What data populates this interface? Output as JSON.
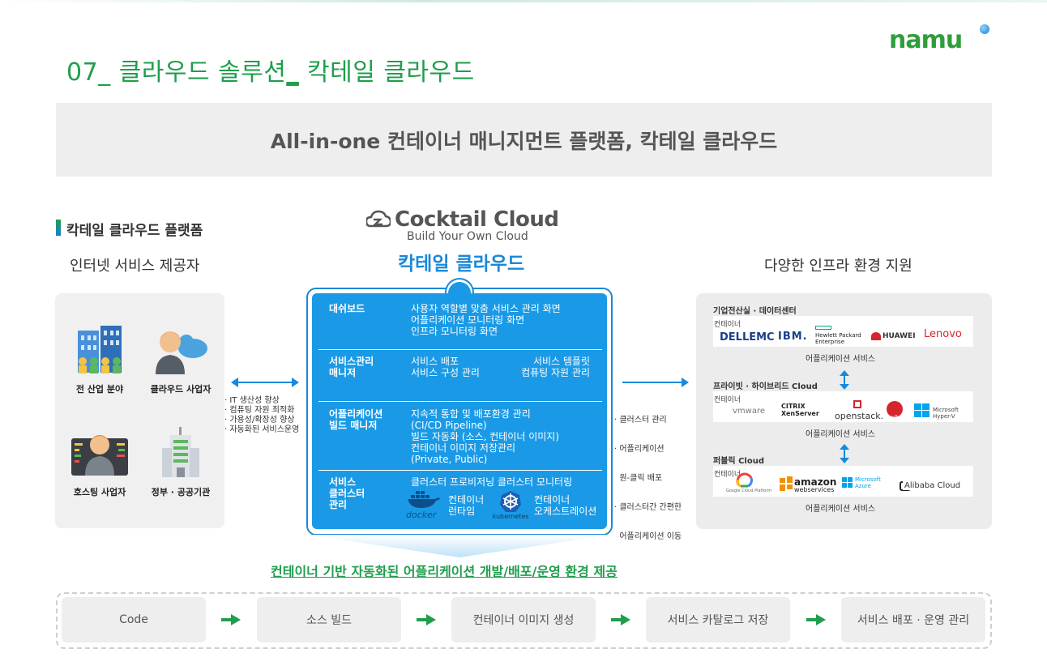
{
  "header": {
    "title_prefix": "07_ 클라우드 솔루션",
    "title_underscore": "_",
    "title_suffix": " 칵테일 클라우드",
    "logo": "namu"
  },
  "banner": {
    "text": "All-in-one 컨테이너 매니지먼트 플랫폼, 칵테일 클라우드"
  },
  "left": {
    "section_label": "칵테일 클라우드 플랫폼",
    "heading": "인터넷 서비스 제공자",
    "items": [
      {
        "label": "전 산업 분야",
        "icon": "building-icon"
      },
      {
        "label": "클라우드 사업자",
        "icon": "cloud-person-icon"
      },
      {
        "label": "호스팅 사업자",
        "icon": "hosting-person-icon"
      },
      {
        "label": "정부 · 공공기관",
        "icon": "government-building-icon"
      }
    ],
    "bullets": [
      "· IT 생산성 향상",
      "· 컴퓨팅 자원 최적화",
      "· 가용성/확장성 향상",
      "· 자동화된 서비스운영"
    ]
  },
  "center": {
    "brand": "Cocktail Cloud",
    "tagline": "Build Your Own Cloud",
    "korean_name": "칵테일 클라우드",
    "rows": [
      {
        "label": [
          "대쉬보드"
        ],
        "lines": [
          "사용자 역할별 맞춤 서비스 관리 화면",
          "어플리케이션 모니터링 화면",
          "인프라 모니터링 화면"
        ]
      },
      {
        "label": [
          "서비스관리",
          "매니저"
        ],
        "left": [
          "서비스 배포",
          "서비스 구성 관리"
        ],
        "right": [
          "서비스 템플릿",
          "컴퓨팅 자원 관리"
        ]
      },
      {
        "label": [
          "어플리케이션",
          "빌드 매니저"
        ],
        "lines": [
          "지속적 통합 및 배포환경 관리",
          "(CI/CD Pipeline)",
          "빌드 자동화 (소스, 컨테이너 이미지)",
          "컨테이너 이미지 저장관리",
          "(Private, Public)"
        ]
      },
      {
        "label": [
          "서비스",
          "클러스터",
          "관리"
        ],
        "lines": [
          "클러스터 프로비저닝 클러스터 모니터링"
        ],
        "docker": "docker",
        "runtime": [
          "컨테이너",
          "런타임"
        ],
        "kubernetes": "kubernetes",
        "orchestration": [
          "컨테이너",
          "오케스트레이션"
        ]
      }
    ],
    "right_bullets": [
      "· 클러스터 관리",
      "· 어플리케이션",
      "  원-클릭 배포",
      "· 클러스터간 간편한",
      "  어플리케이션 이동"
    ],
    "footer": "컨테이너 기반 자동화된 어플리케이션 개발/배포/운영 환경 제공"
  },
  "right": {
    "heading": "다양한 인프라 환경 지원",
    "groups": [
      {
        "title": "기업전산실 · 데이터센터",
        "container": "컨테이너",
        "vendors": [
          "DELLEMC",
          "IBM.",
          "Hewlett Packard",
          "Enterprise",
          "HUAWEI",
          "Lenovo"
        ],
        "service": "어플리케이션 서비스"
      },
      {
        "title": "프라이빗 · 하이브리드 Cloud",
        "container": "컨테이너",
        "vendors": [
          "vmware",
          "CITRIX",
          "XenServer",
          "openstack.",
          "redhat",
          "Microsoft",
          "Hyper-V"
        ],
        "service": "어플리케이션 서비스"
      },
      {
        "title": "퍼블릭 Cloud",
        "container": "컨테이너",
        "vendors": [
          "Google Cloud Platform",
          "amazon",
          "webservices",
          "Microsoft",
          "Azure",
          "Alibaba Cloud"
        ],
        "service": "어플리케이션 서비스"
      }
    ]
  },
  "pipeline": [
    "Code",
    "소스 빌드",
    "컨테이너 이미지 생성",
    "서비스 카탈로그 저장",
    "서비스 배포 · 운영 관리"
  ],
  "colors": {
    "brand_green": "#1f9e4c",
    "brand_blue": "#1a88d8",
    "panel_blue": "#1a9ae6"
  }
}
